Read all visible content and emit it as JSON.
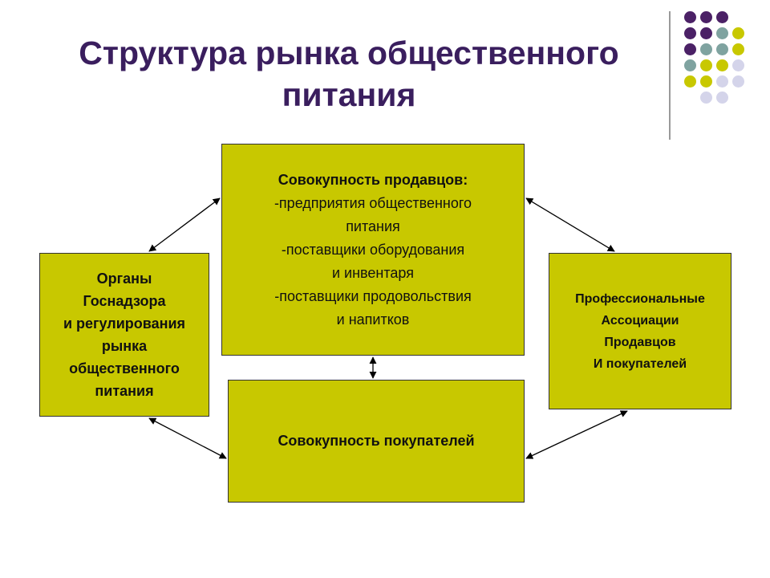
{
  "title": {
    "line1": "Структура рынка общественного",
    "line2": "питания"
  },
  "colors": {
    "title": "#3a1e5e",
    "box_fill": "#c8c800",
    "dot_purple": "#4b2166",
    "dot_teal": "#7fa3a0",
    "dot_olive": "#c8c800",
    "dot_lavender": "#d4d4ea"
  },
  "boxes": {
    "sellers": {
      "heading": "Совокупность продавцов:",
      "lines": [
        "-предприятия общественного",
        "питания",
        "-поставщики оборудования",
        "и инвентаря",
        "-поставщики продовольствия",
        "и напитков"
      ]
    },
    "buyers": {
      "label": "Совокупность покупателей"
    },
    "government": {
      "lines": [
        "Органы",
        "Госнадзора",
        "и регулирования",
        "рынка",
        "общественного",
        "питания"
      ]
    },
    "associations": {
      "lines": [
        "Профессиональные",
        "Ассоциации",
        "Продавцов",
        "И покупателей"
      ]
    }
  }
}
